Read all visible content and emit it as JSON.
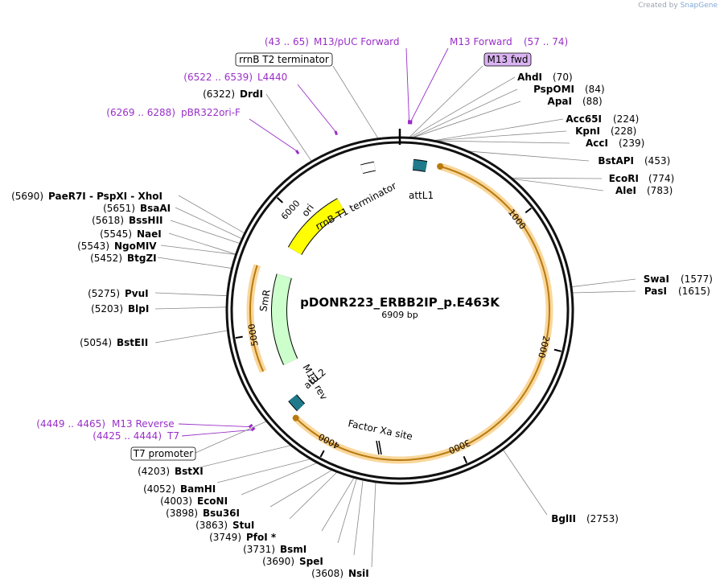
{
  "credit": {
    "prefix": "Created by",
    "brand": "SnapGene"
  },
  "plasmid": {
    "name": "pDONR223_ERBB2IP_p.E463K",
    "size_label": "6909 bp",
    "length": 6909
  },
  "ticks": [
    {
      "bp": 1000,
      "label": "1000"
    },
    {
      "bp": 2000,
      "label": "2000"
    },
    {
      "bp": 3000,
      "label": "3000"
    },
    {
      "bp": 4000,
      "label": "4000"
    },
    {
      "bp": 5000,
      "label": "5000"
    },
    {
      "bp": 6000,
      "label": "6000"
    }
  ],
  "enzymes": [
    {
      "name": "AhdI",
      "pos": "(70)",
      "bp": 70
    },
    {
      "name": "PspOMI",
      "pos": "(84)",
      "bp": 84
    },
    {
      "name": "ApaI",
      "pos": "(88)",
      "bp": 88
    },
    {
      "name": "Acc65I",
      "pos": "(224)",
      "bp": 224
    },
    {
      "name": "KpnI",
      "pos": "(228)",
      "bp": 228
    },
    {
      "name": "AccI",
      "pos": "(239)",
      "bp": 239
    },
    {
      "name": "BstAPI",
      "pos": "(453)",
      "bp": 453
    },
    {
      "name": "EcoRI",
      "pos": "(774)",
      "bp": 774
    },
    {
      "name": "AleI",
      "pos": "(783)",
      "bp": 783
    },
    {
      "name": "SwaI",
      "pos": "(1577)",
      "bp": 1577
    },
    {
      "name": "PasI",
      "pos": "(1615)",
      "bp": 1615
    },
    {
      "name": "BglII",
      "pos": "(2753)",
      "bp": 2753
    },
    {
      "name": "NsiI",
      "pos": "(3608)",
      "bp": 3608
    },
    {
      "name": "SpeI",
      "pos": "(3690)",
      "bp": 3690
    },
    {
      "name": "BsmI",
      "pos": "(3731)",
      "bp": 3731
    },
    {
      "name": "PfoI *",
      "pos": "(3749)",
      "bp": 3749
    },
    {
      "name": "StuI",
      "pos": "(3863)",
      "bp": 3863
    },
    {
      "name": "Bsu36I",
      "pos": "(3898)",
      "bp": 3898
    },
    {
      "name": "EcoNI",
      "pos": "(4003)",
      "bp": 4003
    },
    {
      "name": "BamHI",
      "pos": "(4052)",
      "bp": 4052
    },
    {
      "name": "BstXI",
      "pos": "(4203)",
      "bp": 4203
    },
    {
      "name": "BstEII",
      "pos": "(5054)",
      "bp": 5054
    },
    {
      "name": "BlpI",
      "pos": "(5203)",
      "bp": 5203
    },
    {
      "name": "PvuI",
      "pos": "(5275)",
      "bp": 5275
    },
    {
      "name": "BtgZI",
      "pos": "(5452)",
      "bp": 5452
    },
    {
      "name": "NgoMIV",
      "pos": "(5543)",
      "bp": 5543
    },
    {
      "name": "NaeI",
      "pos": "(5545)",
      "bp": 5545
    },
    {
      "name": "BssHII",
      "pos": "(5618)",
      "bp": 5618
    },
    {
      "name": "BsaAI",
      "pos": "(5651)",
      "bp": 5651
    },
    {
      "name": "PaeR7I - PspXI - XhoI",
      "pos": "(5690)",
      "bp": 5690
    },
    {
      "name": "DrdI",
      "pos": "(6322)",
      "bp": 6322
    }
  ],
  "primers": [
    {
      "name": "M13/pUC Forward",
      "range": "(43 .. 65)",
      "bp": 54
    },
    {
      "name": "M13 Forward",
      "range": "(57 .. 74)",
      "bp": 65
    },
    {
      "name": "L4440",
      "range": "(6522 .. 6539)",
      "bp": 6530
    },
    {
      "name": "pBR322ori-F",
      "range": "(6269 .. 6288)",
      "bp": 6278
    },
    {
      "name": "M13 Reverse",
      "range": "(4449 .. 4465)",
      "bp": 4457
    },
    {
      "name": "T7",
      "range": "(4425 .. 4444)",
      "bp": 4434
    }
  ],
  "boxed_features": [
    {
      "name": "M13 fwd",
      "bp": 62
    },
    {
      "name": "rrnB T2 terminator",
      "bp": 6770
    },
    {
      "name": "T7 promoter",
      "bp": 4420
    }
  ],
  "features": [
    {
      "name": "ori",
      "start": 5750,
      "end": 6350,
      "color": "#ffff00",
      "strand": "+"
    },
    {
      "name": "SmR",
      "start": 4700,
      "end": 5500,
      "color": "#ccffcc",
      "strand": "+"
    },
    {
      "name": "ORF",
      "start": 300,
      "end": 4300,
      "color": "#f7cd82",
      "strand": "+"
    },
    {
      "name": "attL1",
      "start": 100,
      "end": 200,
      "color": "#1f7a8c"
    },
    {
      "name": "attL2",
      "start": 4330,
      "end": 4430,
      "color": "#1f7a8c"
    },
    {
      "name": "rrnB T1 terminator",
      "start": 6620,
      "end": 6720,
      "color": "#ffffff"
    }
  ],
  "inner_labels": {
    "ori": "ori",
    "smr": "SmR",
    "attl1": "attL1",
    "attl2": "attL2",
    "rrnb_t1": "rrnB T1 terminator",
    "m13_rev": "M13 rev",
    "factor_xa": "Factor Xa site"
  },
  "colors": {
    "primer": "#9a2fc8",
    "orf": "#f7cd82",
    "orf_line": "#b87a10",
    "att": "#1f7a8c"
  }
}
